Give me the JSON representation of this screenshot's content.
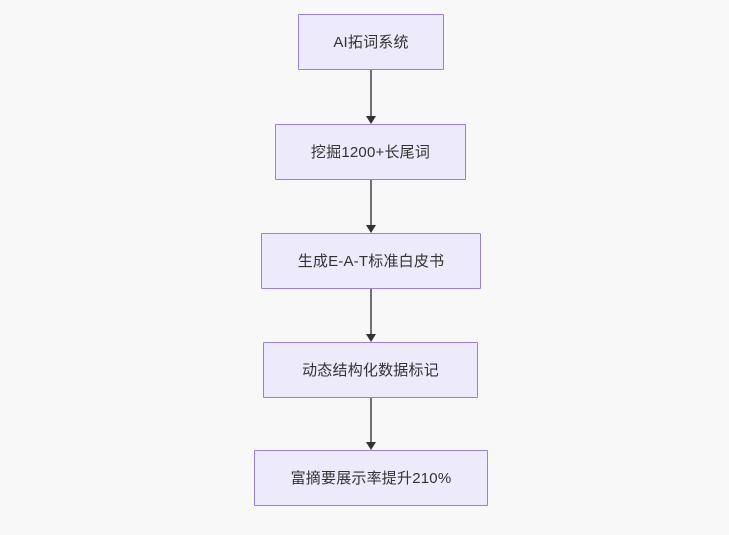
{
  "diagram": {
    "type": "flowchart",
    "orientation": "top-to-bottom",
    "background_color": "#f8f8f8",
    "node_fill_color": "#eceafb",
    "node_border_color": "#9b7ede",
    "node_text_color": "#333333",
    "connector_line_color": "#707070",
    "connector_arrow_color": "#333333",
    "nodes": [
      {
        "id": "node-1",
        "label": "AI拓词系统"
      },
      {
        "id": "node-2",
        "label": "挖掘1200+长尾词"
      },
      {
        "id": "node-3",
        "label": "生成E-A-T标准白皮书"
      },
      {
        "id": "node-4",
        "label": "动态结构化数据标记"
      },
      {
        "id": "node-5",
        "label": "富摘要展示率提升210%"
      }
    ],
    "connectors": [
      {
        "id": "connector-1",
        "from": "node-1",
        "to": "node-2",
        "arrow": "down-arrow-icon"
      },
      {
        "id": "connector-2",
        "from": "node-2",
        "to": "node-3",
        "arrow": "down-arrow-icon"
      },
      {
        "id": "connector-3",
        "from": "node-3",
        "to": "node-4",
        "arrow": "down-arrow-icon"
      },
      {
        "id": "connector-4",
        "from": "node-4",
        "to": "node-5",
        "arrow": "down-arrow-icon"
      }
    ]
  }
}
